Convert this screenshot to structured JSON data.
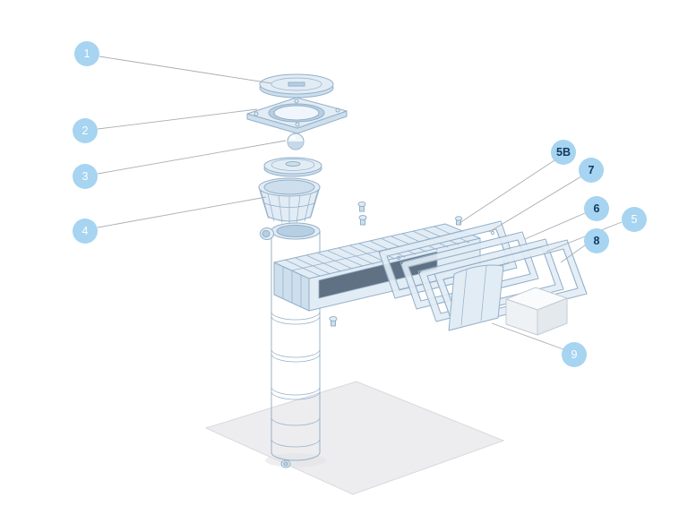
{
  "diagram": {
    "callouts": [
      {
        "label": "1",
        "emphasis": false
      },
      {
        "label": "2",
        "emphasis": false
      },
      {
        "label": "3",
        "emphasis": false
      },
      {
        "label": "4",
        "emphasis": false
      },
      {
        "label": "5B",
        "emphasis": true
      },
      {
        "label": "7",
        "emphasis": true
      },
      {
        "label": "6",
        "emphasis": true
      },
      {
        "label": "5",
        "emphasis": false
      },
      {
        "label": "8",
        "emphasis": true
      },
      {
        "label": "9",
        "emphasis": false
      }
    ],
    "colors": {
      "callout_fill": "#a6d4f1",
      "callout_text": "#ffffff",
      "callout_text_dark": "#133a60",
      "leader": "#a9aeb4",
      "stroke": "#93b0c9",
      "fill_1": "#f0f6fb",
      "fill_2": "#e2ecf5",
      "fill_3": "#cddfec",
      "fill_4": "#b7cfe2",
      "opening": "#5f7183",
      "floor_fill": "#ededf0",
      "floor_stroke": "#d9d9de",
      "box_stroke": "#c2ccd5"
    }
  }
}
